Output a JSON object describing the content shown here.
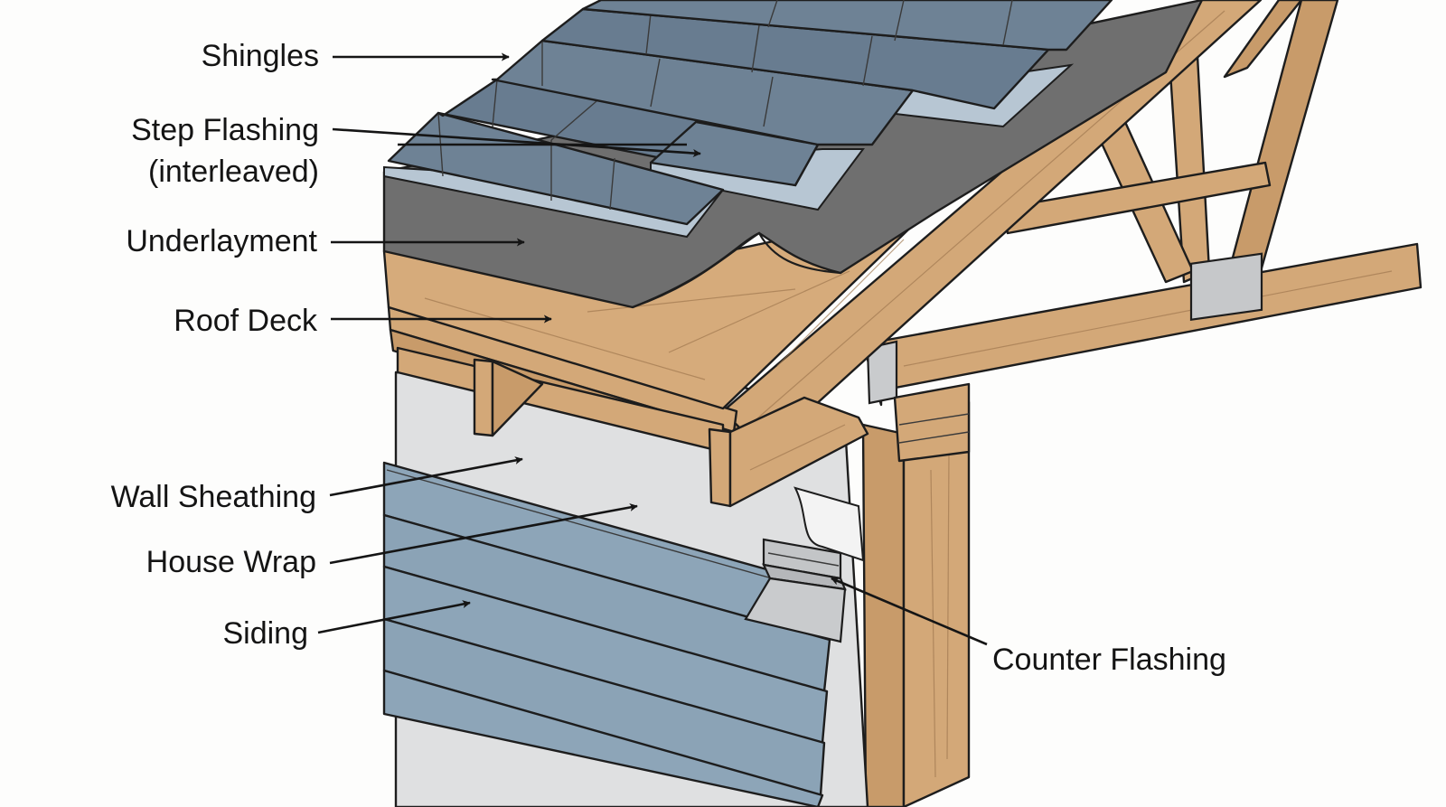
{
  "labels": {
    "shingles": "Shingles",
    "step_flashing_line1": "Step Flashing",
    "step_flashing_line2": "(interleaved)",
    "underlayment": "Underlayment",
    "roof_deck": "Roof Deck",
    "wall_sheathing": "Wall Sheathing",
    "house_wrap": "House Wrap",
    "siding": "Siding",
    "counter_flashing": "Counter Flashing"
  },
  "colors": {
    "background": "#fdfdfc",
    "shingle": "#6e8295",
    "step_flashing": "#b7c6d3",
    "underlayment": "#6f6f6f",
    "wood": "#d3a878",
    "wood_dark": "#b98e5f",
    "wall_sheathing": "#dfe0e1",
    "siding": "#8da5b8",
    "counter_flashing": "#c3c5c7",
    "outline": "#1d1d1d"
  }
}
